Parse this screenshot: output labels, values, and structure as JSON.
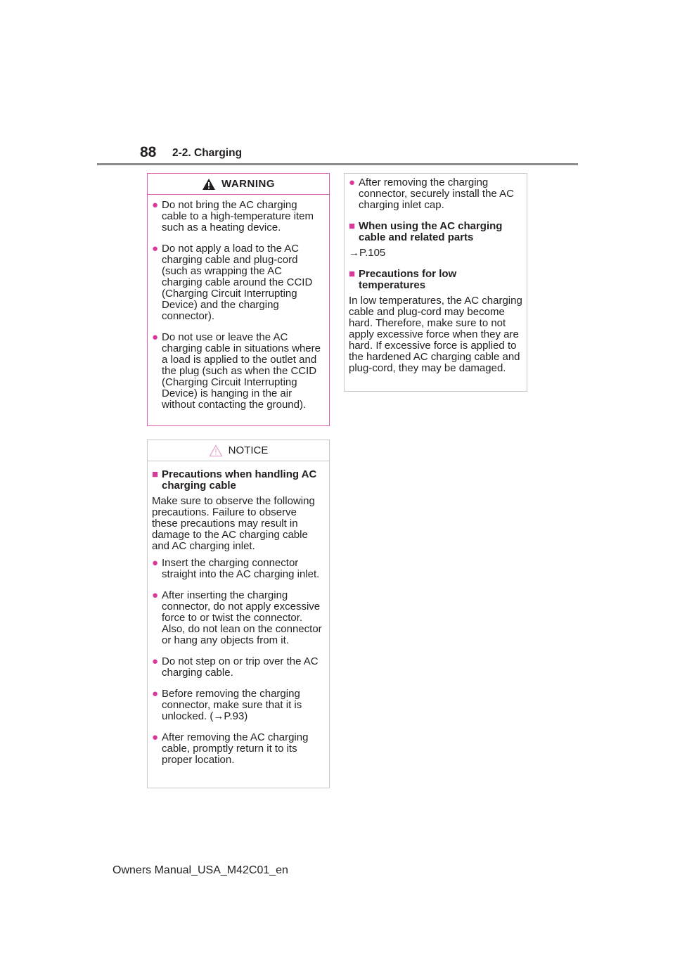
{
  "header": {
    "page_number": "88",
    "section_title": "2-2. Charging"
  },
  "warning": {
    "title": "WARNING",
    "items": [
      "Do not bring the AC charging cable to a high-temperature item such as a heating device.",
      "Do not apply a load to the AC charging cable and plug-cord (such as wrapping the AC charging cable around the CCID (Charging Circuit Interrupting Device) and the charging connector).",
      "Do not use or leave the AC charging cable in situations where a load is applied to the outlet and the plug (such as when the CCID (Charging Circuit Interrupting Device) is hanging in the air without contacting the ground)."
    ]
  },
  "notice": {
    "title": "NOTICE",
    "heading": "Precautions when handling AC charging cable",
    "intro": "Make sure to observe the following precautions. Failure to observe these precautions may result in damage to the AC charging cable and AC charging inlet.",
    "items": [
      "Insert the charging connector straight into the AC charging inlet.",
      "After inserting the charging connector, do not apply excessive force to or twist the connector. Also, do not lean on the connector or hang any objects from it.",
      "Do not step on or trip over the AC charging cable.",
      "Before removing the charging connector, make sure that it is unlocked. (→P.93)",
      "After removing the AC charging cable, promptly return it to its proper location."
    ]
  },
  "continuation": {
    "item": "After removing the charging connector, securely install the AC charging inlet cap.",
    "heading1": "When using the AC charging cable and related parts",
    "ref1": "→P.105",
    "heading2": "Precautions for low temperatures",
    "para2": "In low temperatures, the AC charging cable and plug-cord may become hard. Therefore, make sure to not apply excessive force when they are hard. If excessive force is applied to the hardened AC charging cable and plug-cord, they may be damaged."
  },
  "footer": {
    "text": "Owners Manual_USA_M42C01_en"
  },
  "colors": {
    "accent": "#d9399a",
    "warning_border": "#e05fb3",
    "rule": "#8c8c8c"
  }
}
